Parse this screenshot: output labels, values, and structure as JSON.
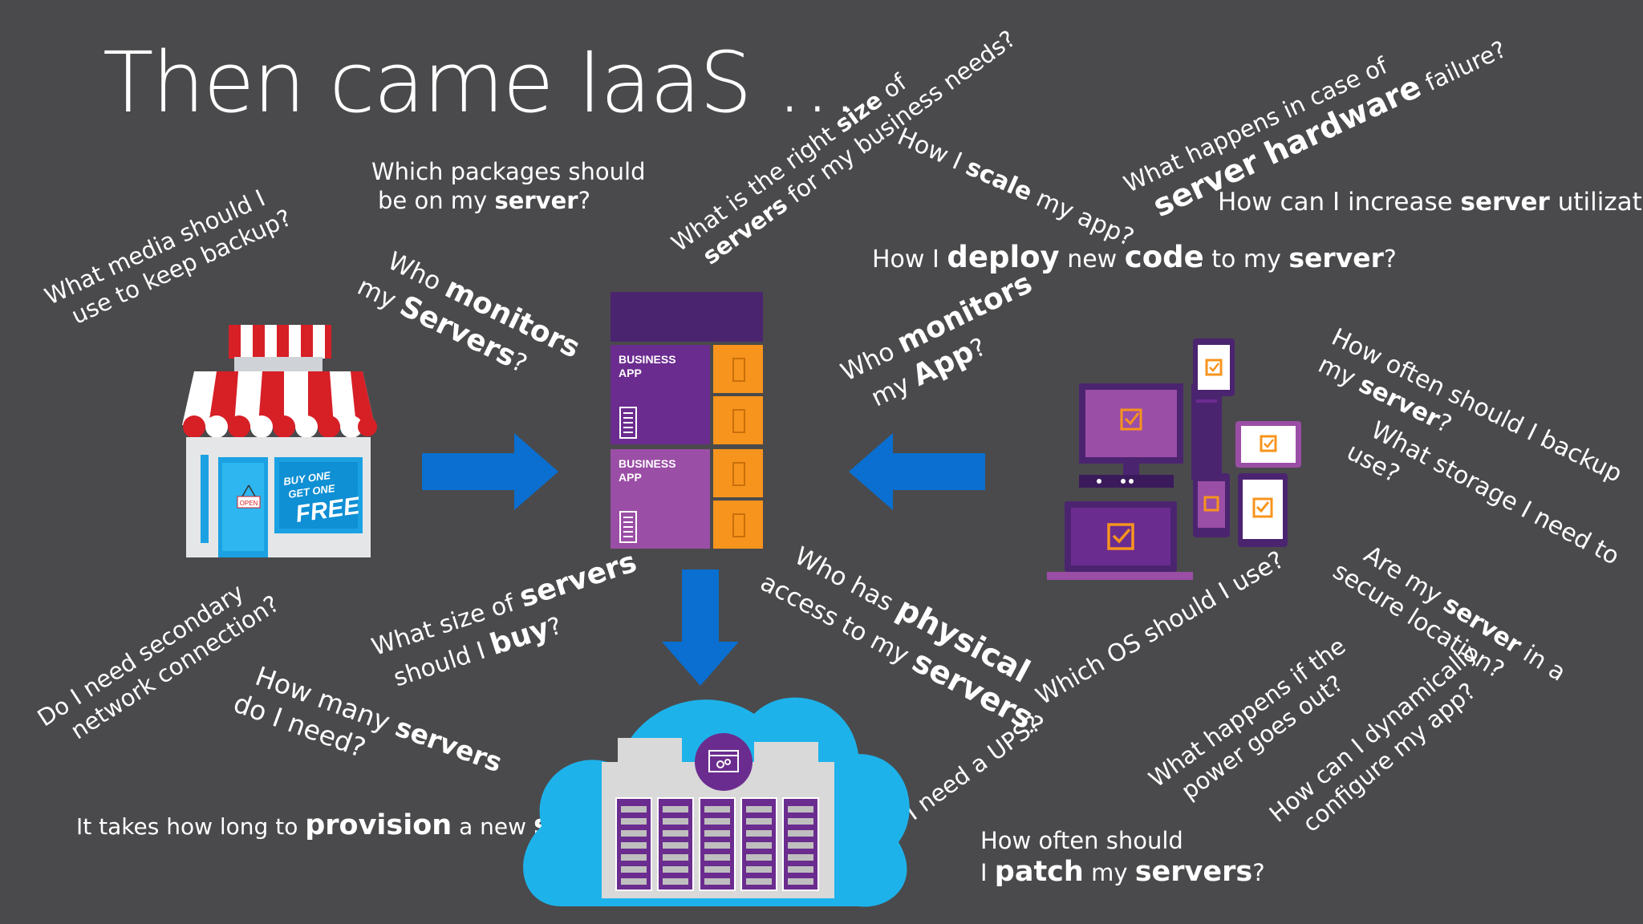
{
  "title": "Then came IaaS …",
  "questions": {
    "packages": {
      "l1": "Which packages should",
      "l2a": "be on my ",
      "l2b": "server",
      "l2c": "?"
    },
    "right_size": {
      "l1a": "What is the right ",
      "l1b": "size",
      "l1c": " of",
      "l2a": "servers",
      "l2b": " for my business needs?"
    },
    "scale": {
      "a": "How I ",
      "b": "scale",
      "c": " my app?"
    },
    "hardware_failure": {
      "l1": "What happens in case of",
      "l2a": "server hardware",
      "l2b": " failure?"
    },
    "utilization": {
      "a": "How can I increase ",
      "b": "server",
      "c": " utilization?"
    },
    "deploy": {
      "a": "How I ",
      "b": "deploy",
      "c": " new ",
      "d": "code",
      "e": " to my ",
      "f": "server",
      "g": "?"
    },
    "media_backup": {
      "l1": "What media should I",
      "l2": "use to keep backup?"
    },
    "monitors_servers": {
      "l1a": "Who ",
      "l1b": "monitors",
      "l2a": "my ",
      "l2b": "Servers",
      "l2c": "?"
    },
    "monitors_app": {
      "l1a": "Who ",
      "l1b": "monitors",
      "l2a": "my ",
      "l2b": "App",
      "l2c": "?"
    },
    "backup_often": {
      "l1": "How often should I backup",
      "l2a": "my ",
      "l2b": "server",
      "l2c": "?"
    },
    "storage": {
      "l1": "What storage I need to",
      "l2": "use?"
    },
    "secure_location": {
      "l1a": "Are my ",
      "l1b": "server",
      "l1c": " in a",
      "l2": "secure location?"
    },
    "network": {
      "l1": "Do I need secondary",
      "l2": "network connection?"
    },
    "size_buy": {
      "l1a": "What size of ",
      "l1b": "servers",
      "l2a": "should I ",
      "l2b": "buy",
      "l2c": "?"
    },
    "physical_access": {
      "l1a": "Who has ",
      "l1b": "physical",
      "l2a": "access to my ",
      "l2b": "servers",
      "l2c": "?"
    },
    "which_os": {
      "a": "Which OS should I use?"
    },
    "how_many": {
      "l1a": "How many ",
      "l1b": "servers",
      "l2": "do I need?"
    },
    "power_out": {
      "l1": "What happens if the",
      "l2": "power goes out?"
    },
    "configure": {
      "l1": "How can I dynamically",
      "l2": "configure my app?"
    },
    "ups": {
      "a": "Do I need a UPS?"
    },
    "provision": {
      "a": "It takes how long to ",
      "b": "provision",
      "c": " a new ",
      "d": "server",
      "e": "?"
    },
    "patch": {
      "l1": "How often should",
      "l2a": "I ",
      "l2b": "patch",
      "l2c": " my ",
      "l2d": "servers",
      "l2e": "?"
    }
  },
  "server_rack": {
    "app_labels": [
      "BUSINESS\nAPP",
      "BUSINESS\nAPP"
    ],
    "colors": {
      "top": "#4b2470",
      "app1": "#6b2c8f",
      "app2": "#9b4ea5",
      "drive": "#f7941d"
    }
  },
  "store": {
    "sign_line1": "BUY ONE",
    "sign_line2": "GET ONE",
    "sign_line3": "FREE",
    "open_tag": "OPEN"
  },
  "colors": {
    "background": "#4a4a4c",
    "arrow": "#0a6fd0",
    "cloud": "#1eb2ea",
    "accent_purple": "#6b2c8f",
    "accent_orange": "#f7941d"
  }
}
